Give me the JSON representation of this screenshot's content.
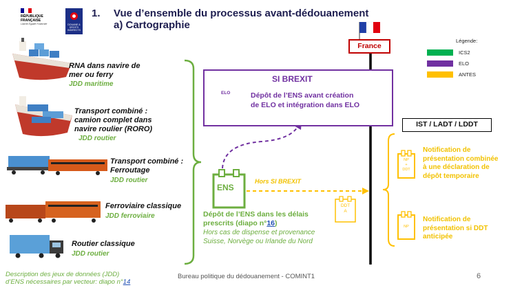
{
  "header": {
    "title_number": "1.",
    "title": "Vue d’ensemble du processus avant-dédouanement",
    "subtitle": "a) Cartographie",
    "republique_line1": "RÉPUBLIQUE",
    "republique_line2": "FRANÇAISE",
    "motto": "Liberté Égalité Fraternité",
    "douane_logo_text": "DOUANE & DROITS INDIRECTS"
  },
  "vehicles": [
    {
      "label": "RNA dans navire de mer ou ferry",
      "jdd": "JDD maritime",
      "icon": "cargo-ship-icon"
    },
    {
      "label": "Transport combiné : camion complet dans navire roulier (RORO)",
      "jdd": "JDD routier",
      "icon": "roro-ship-icon"
    },
    {
      "label": "Transport combiné : Ferroutage",
      "jdd": "JDD routier",
      "icon": "piggyback-train-icon"
    },
    {
      "label": "Ferroviaire classique",
      "jdd": "JDD ferroviaire",
      "icon": "freight-train-icon"
    },
    {
      "label": "Routier classique",
      "jdd": "JDD routier",
      "icon": "truck-icon"
    }
  ],
  "vehicle_labels": {
    "rna_l1": "RNA dans navire de",
    "rna_l2": "mer ou ferry",
    "roro_l1": "Transport combiné :",
    "roro_l2": "camion complet dans",
    "roro_l3": "navire roulier (RORO)",
    "ferro_l1": "Transport combiné :",
    "ferro_l2": "Ferroutage"
  },
  "brexit": {
    "title": "SI BREXIT",
    "text_line1": "Dépôt de l’ENS avant création",
    "text_line2": "de ELO et intégration dans ELO",
    "envelope_label": "ELO"
  },
  "ens": {
    "icon_label": "ENS",
    "hors_brexit": "Hors SI BREXIT",
    "depot_line1": "Dépôt de l’ENS dans les délais",
    "depot_line2_prefix": "prescrits (diapo n°",
    "depot_link": "16",
    "depot_line2_suffix": ")",
    "hors_cas_line1": "Hors cas de dispense et provenance",
    "hors_cas_line2": "Suisse, Norvège ou Irlande du Nord"
  },
  "ddt_doc": {
    "line1": "DDT",
    "line2": "A"
  },
  "border": {
    "country": "France"
  },
  "legend": {
    "title": "Légende:",
    "items": [
      {
        "label": "ICS2",
        "color": "#00b050"
      },
      {
        "label": "ELO",
        "color": "#7030a0"
      },
      {
        "label": "ANTES",
        "color": "#ffc000"
      }
    ]
  },
  "ist": {
    "label": "IST / LADT / LDDT"
  },
  "notifications": [
    {
      "lines": [
        "Notification de",
        "présentation combinée",
        "à une déclaration de",
        "dépôt temporaire"
      ],
      "doc": [
        "NP",
        "+",
        "DDT"
      ]
    },
    {
      "lines": [
        "Notification de",
        "présentation si DDT",
        "anticipée"
      ],
      "doc": [
        "NP"
      ]
    }
  ],
  "footer": {
    "desc_line1": "Description des jeux de données (JDD)",
    "desc_line2_prefix": "d’ENS nécessaires par vecteur: diapo n°",
    "desc_link": "14",
    "center": "Bureau politique du dédouanement - COMINT1",
    "page": "6"
  },
  "colors": {
    "green": "#6cae3f",
    "purple": "#7030a0",
    "yellow": "#ffc000",
    "red": "#c00000",
    "navy": "#1e1e50"
  }
}
